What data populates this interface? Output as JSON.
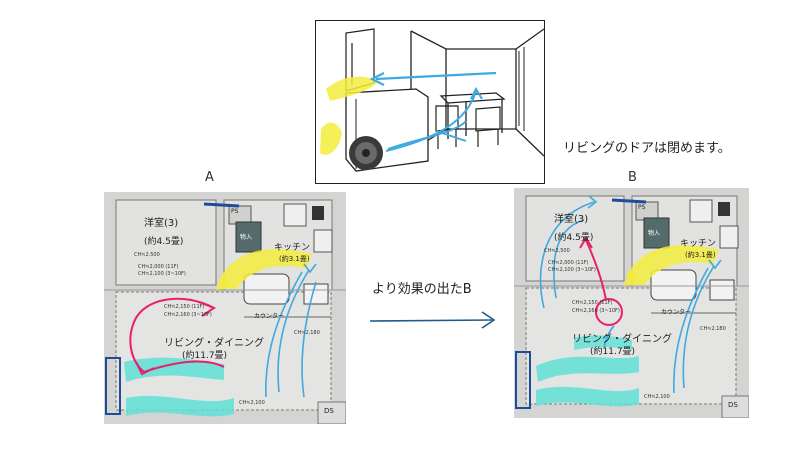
{
  "sketch": {
    "note": "リビングのドアは閉めます。"
  },
  "plan_a": {
    "letter": "A",
    "room_western": "洋室(3)",
    "room_western_size": "(約4.5畳)",
    "kitchen": "キッチン",
    "kitchen_size": "(約3.1畳)",
    "living": "リビング・ダイニング",
    "living_size": "(約11.7畳)",
    "counter": "カウンター",
    "ps": "PS",
    "ds": "DS",
    "storage": "物入",
    "ch_labels": [
      "CH≒2,500",
      "CH≒2,000 (11F)",
      "CH≒2,100 (3~10F)",
      "CH≒2,150 (11F)",
      "CH≒2,160 (3~10F)",
      "CH≒2,180",
      "CH≒2,100"
    ]
  },
  "plan_b": {
    "letter": "B",
    "room_western": "洋室(3)",
    "room_western_size": "(約4.5畳)",
    "kitchen": "キッチン",
    "kitchen_size": "(約3.1畳)",
    "living": "リビング・ダイニング",
    "living_size": "(約11.7畳)",
    "counter": "カウンター",
    "ps": "PS",
    "ds": "DS",
    "storage": "物入",
    "ch_labels": [
      "CH≒2,500",
      "CH≒2,000 (11F)",
      "CH≒2,100 (3~10F)",
      "CH≒2,150 (11F)",
      "CH≒2,160 (3~10F)",
      "CH≒2,180",
      "CH≒2,100"
    ]
  },
  "middle": {
    "caption": "より効果の出たB"
  },
  "colors": {
    "airflow_blue": "#3fa9e0",
    "heat_yellow": "#f3ec3c",
    "red_path": "#e8206b",
    "cyan_band": "#5fe0d6",
    "door_blue": "#1d4d9a",
    "arrow_navy": "#1f5a8a"
  }
}
